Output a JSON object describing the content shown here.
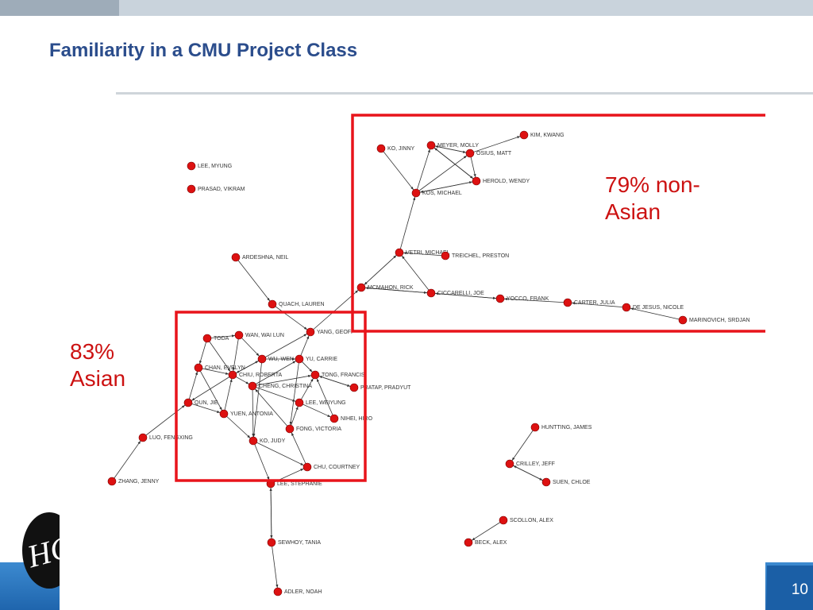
{
  "slide": {
    "title": "Familiarity in a CMU Project Class",
    "page_number": "10"
  },
  "callouts": {
    "non_asian": "79% non-Asian",
    "asian_line1": "83%",
    "asian_line2": "Asian"
  },
  "colors": {
    "title": "#2b4d8c",
    "node": "#dd1111",
    "highlight_box": "#e8141b",
    "edge": "#333333",
    "footer": "#2a74bd"
  },
  "graph": {
    "node_names": [
      "KIM, KWANG",
      "KO, JINNY",
      "MEYER, MOLLY",
      "OSIUS, MATT",
      "HEROLD, WENDY",
      "KOS, MICHAEL",
      "LEE, MYUNG",
      "PRASAD, VIKRAM",
      "ARDESHNA, NEIL",
      "VETRI, MICHAEL",
      "TREICHEL, PRESTON",
      "MCMAHON, RICK",
      "CICCARELLI, JOE",
      "YOCCO, FRANK",
      "CARTER, JULIA",
      "DE JESUS, NICOLE",
      "MARINOVICH, SRDJAN",
      "QUACH, LAUREN",
      "YANG, GEOFF",
      "TODA",
      "WAN, WAI LUN",
      "WU, WEN",
      "YU, CARRIE",
      "CHAN, EVELYN",
      "CHIU, ROBERTA",
      "TONG, FRANCIS",
      "CHENG, CHRISTINA",
      "PRATAP, PRADYUT",
      "QUN, JIE",
      "LEE, WEIYUNG",
      "YUEN, ANTONIA",
      "NIHEI, HIRO",
      "FONG, VICTORIA",
      "KO, JUDY",
      "LUO, FENGXING",
      "CHU, COURTNEY",
      "ZHANG, JENNY",
      "LEE, STEPHANIE",
      "HUNTTING, JAMES",
      "CRILLEY, JEFF",
      "SUEN, CHLOE",
      "SCOLLON, ALEX",
      "BECK, ALEX",
      "SEWHOY, TANIA",
      "ADLER, NOAH"
    ]
  }
}
